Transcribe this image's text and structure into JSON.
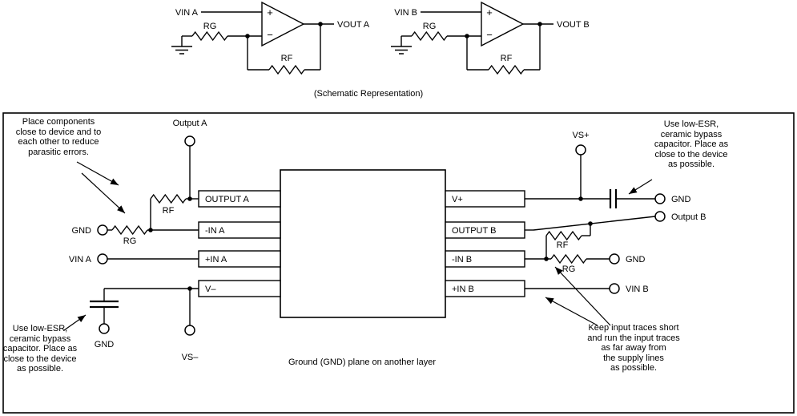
{
  "colors": {
    "line": "#000000",
    "background": "#ffffff"
  },
  "schematic": {
    "caption": "(Schematic Representation)",
    "channel_a": {
      "input": "VIN A",
      "output": "VOUT A",
      "rg": "RG",
      "rf": "RF",
      "plus": "+",
      "minus": "−"
    },
    "channel_b": {
      "input": "VIN B",
      "output": "VOUT B",
      "rg": "RG",
      "rf": "RF",
      "plus": "+",
      "minus": "−"
    }
  },
  "layout": {
    "ic": {
      "left_pins": [
        "OUTPUT A",
        "-IN A",
        "+IN A",
        "V–"
      ],
      "right_pins": [
        "V+",
        "OUTPUT B",
        "-IN B",
        "+IN B"
      ]
    },
    "labels": {
      "output_a": "Output A",
      "vs_plus": "VS+",
      "vs_minus": "VS–",
      "gnd_a": "GND",
      "vin_a": "VIN A",
      "rf_a": "RF",
      "rg_a": "RG",
      "gnd_bottom_left": "GND",
      "gnd_top_right": "GND",
      "output_b": "Output B",
      "rf_b": "RF",
      "rg_b": "RG",
      "gnd_mid_right": "GND",
      "vin_b": "VIN B",
      "ground_plane": "Ground (GND) plane on another layer"
    },
    "annotations": {
      "place_components": "Place components\nclose to device and to\neach other to reduce\nparasitic errors.",
      "bypass_top_right": "Use low-ESR,\nceramic bypass\ncapacitor. Place as\nclose to the device\nas possible.",
      "bypass_bottom_left": "Use low-ESR,\nceramic bypass\ncapacitor. Place as\nclose to the device\nas possible.",
      "keep_input_traces": "Keep input traces short\nand run the input traces\nas far away from\nthe supply lines\nas possible."
    }
  }
}
